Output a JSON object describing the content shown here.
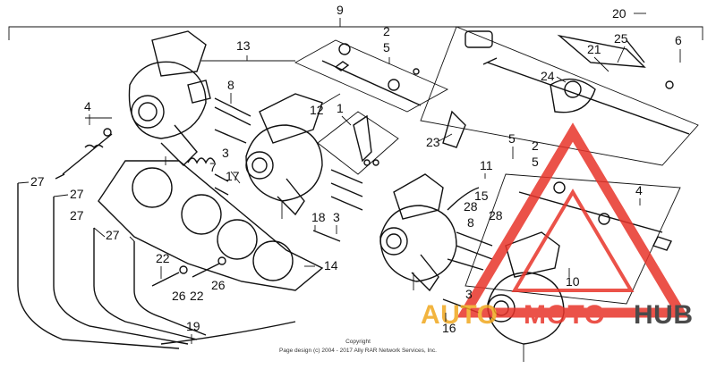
{
  "diagram": {
    "callouts": [
      {
        "id": "c9",
        "label": "9"
      },
      {
        "id": "c20",
        "label": "20"
      },
      {
        "id": "c2a",
        "label": "2"
      },
      {
        "id": "c5a",
        "label": "5"
      },
      {
        "id": "c13",
        "label": "13"
      },
      {
        "id": "c21",
        "label": "21"
      },
      {
        "id": "c25",
        "label": "25"
      },
      {
        "id": "c6",
        "label": "6"
      },
      {
        "id": "c24",
        "label": "24"
      },
      {
        "id": "c8a",
        "label": "8"
      },
      {
        "id": "c12",
        "label": "12"
      },
      {
        "id": "c1",
        "label": "1"
      },
      {
        "id": "c4a",
        "label": "4"
      },
      {
        "id": "c23",
        "label": "23"
      },
      {
        "id": "c5b",
        "label": "5"
      },
      {
        "id": "c3a",
        "label": "3"
      },
      {
        "id": "c7",
        "label": "7"
      },
      {
        "id": "c17",
        "label": "17"
      },
      {
        "id": "c2b",
        "label": "2"
      },
      {
        "id": "c5c",
        "label": "5"
      },
      {
        "id": "c11",
        "label": "11"
      },
      {
        "id": "c27a",
        "label": "27"
      },
      {
        "id": "c27b",
        "label": "27"
      },
      {
        "id": "c27c",
        "label": "27"
      },
      {
        "id": "c27d",
        "label": "27"
      },
      {
        "id": "c15",
        "label": "15"
      },
      {
        "id": "c28a",
        "label": "28"
      },
      {
        "id": "c28b",
        "label": "28"
      },
      {
        "id": "c4b",
        "label": "4"
      },
      {
        "id": "c3b",
        "label": "3"
      },
      {
        "id": "c18",
        "label": "18"
      },
      {
        "id": "c8b",
        "label": "8"
      },
      {
        "id": "c14",
        "label": "14"
      },
      {
        "id": "c22a",
        "label": "22"
      },
      {
        "id": "c26a",
        "label": "26"
      },
      {
        "id": "c22b",
        "label": "22"
      },
      {
        "id": "c26b",
        "label": "26"
      },
      {
        "id": "c10",
        "label": "10"
      },
      {
        "id": "c3c",
        "label": "3"
      },
      {
        "id": "c16",
        "label": "16"
      },
      {
        "id": "c19",
        "label": "19"
      }
    ],
    "copyright_title": "Copyright",
    "copyright_line": "Page design (c) 2004 - 2017 Ally RAR Network Services, Inc."
  },
  "watermark": {
    "text_left": "AUTO",
    "text_mid": "MOTO",
    "text_right": "HUB",
    "color_gold": "#f0a81e",
    "color_red": "#e8342a",
    "color_dark": "#2b2b2b"
  }
}
